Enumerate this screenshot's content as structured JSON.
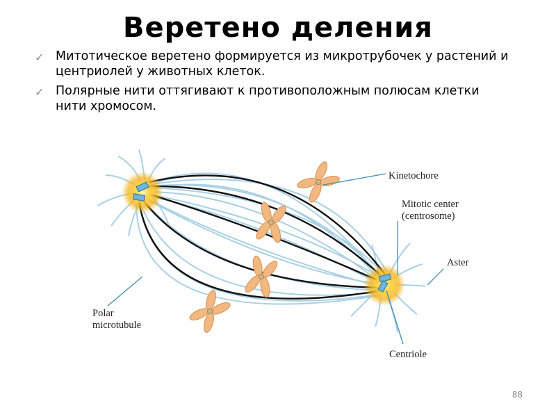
{
  "slide": {
    "title": "Веретено деления",
    "bullets": [
      "Митотическое веретено формируется из микротрубочек у растений и центриолей у животных клеток.",
      "Полярные нити оттягивают к противоположным полюсам клетки нити хромосом."
    ],
    "page_number": "88"
  },
  "diagram": {
    "labels": {
      "kinetochore": "Kinetochore",
      "mitotic_center_1": "Mitotic center",
      "mitotic_center_2": "(centrosome)",
      "aster": "Aster",
      "polar_1": "Polar",
      "polar_2": "microtubule",
      "centriole": "Centriole"
    },
    "colors": {
      "microtubule": "#a9d0e4",
      "spindle_fiber": "#111111",
      "chromosome": "#f1b882",
      "chromosome_outline": "#d9904e",
      "centrosome_glow": "#f6b31a",
      "centriole": "#6fb6dd"
    }
  }
}
